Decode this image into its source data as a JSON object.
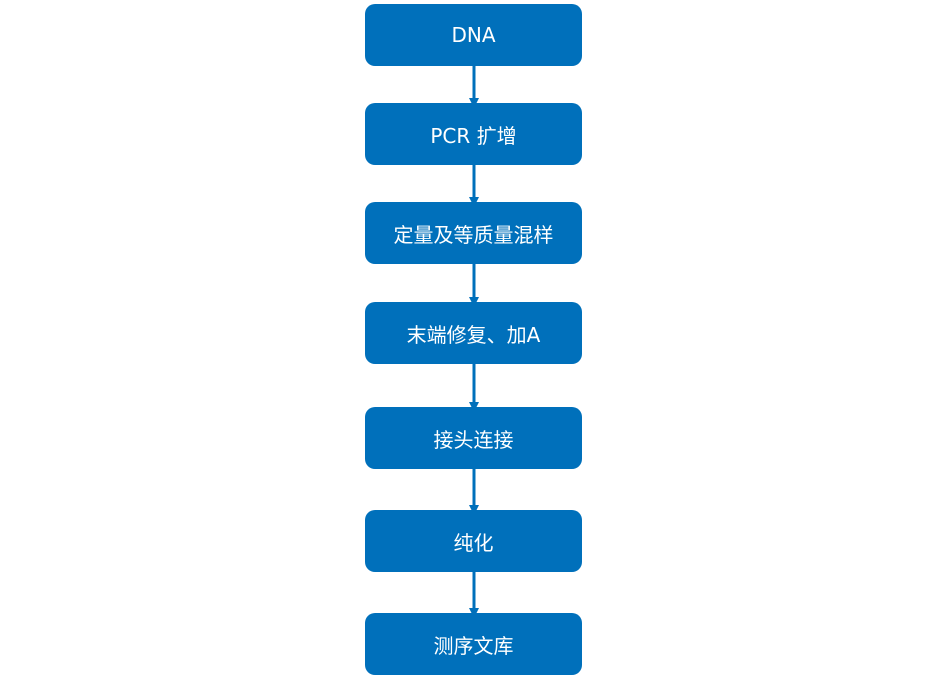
{
  "colors": {
    "node_fill": "#0070bb",
    "node_text": "#ffffff",
    "arrow": "#0070bb"
  },
  "flow": {
    "steps": [
      {
        "label": "DNA"
      },
      {
        "label": "PCR 扩增"
      },
      {
        "label": "定量及等质量混样"
      },
      {
        "label": "末端修复、加A"
      },
      {
        "label": "接头连接"
      },
      {
        "label": "纯化"
      },
      {
        "label": "测序文库"
      }
    ]
  }
}
